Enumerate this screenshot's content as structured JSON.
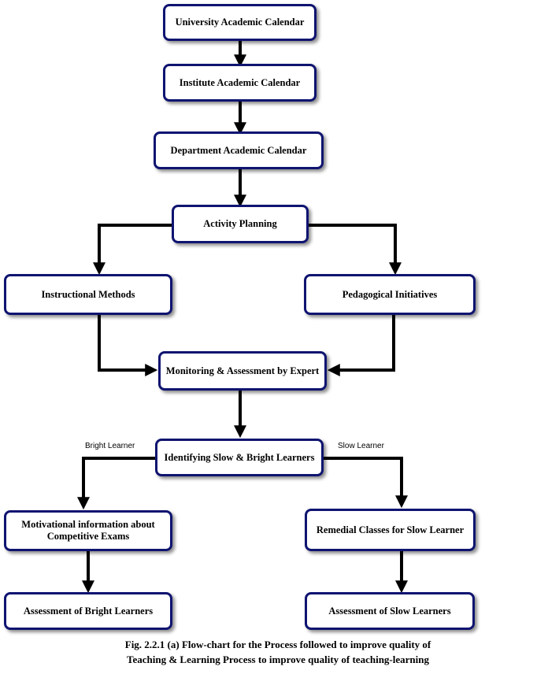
{
  "nodes": {
    "university": "University Academic Calendar",
    "institute": "Institute  Academic Calendar",
    "department": "Department Academic Calendar",
    "activity": "Activity Planning",
    "instructional": "Instructional Methods",
    "pedagogical": "Pedagogical Initiatives",
    "monitoring": "Monitoring  & Assessment by Expert",
    "identifying": "Identifying Slow & Bright Learners",
    "motivational": "Motivational information about Competitive Exams",
    "remedial": "Remedial Classes for Slow Learner",
    "assess_bright": "Assessment of Bright Learners",
    "assess_slow": "Assessment of Slow Learners"
  },
  "edge_labels": {
    "bright": "Bright Learner",
    "slow": "Slow Learner"
  },
  "caption": {
    "line1": "Fig. 2.2.1 (a) Flow-chart for the Process followed to improve quality of",
    "line2": "Teaching & Learning Process to improve quality of teaching-learning"
  },
  "colors": {
    "box_border": "#0f1470",
    "arrow": "#000000"
  }
}
